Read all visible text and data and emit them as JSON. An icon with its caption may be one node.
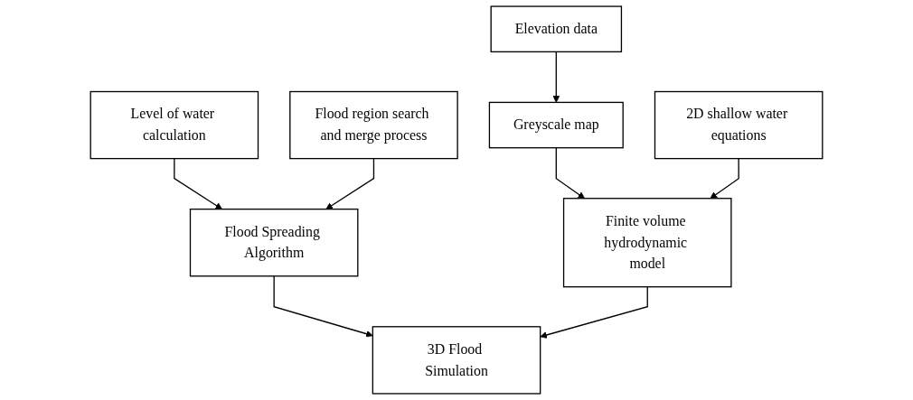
{
  "diagram": {
    "nodes": [
      {
        "text": [
          "Level of water calculation"
        ]
      },
      {
        "text": [
          "Flood region search and merge process"
        ]
      },
      {
        "text": [
          "Elevation data"
        ]
      },
      {
        "text": [
          "Greyscale map"
        ]
      },
      {
        "text": [
          "2D shallow water equations"
        ]
      },
      {
        "text": [
          "Flood Spreading Algorithm"
        ]
      },
      {
        "text": [
          "3D Flood Simulation"
        ]
      },
      {
        "text": [
          "Finite volume hydrodynamic model"
        ]
      }
    ],
    "edges": [
      {
        "from": 0,
        "to": 5,
        "arrow": "to"
      },
      {
        "from": 1,
        "to": 5,
        "arrow": "to"
      },
      {
        "from": 2,
        "to": 3,
        "arrow": "to"
      },
      {
        "from": 3,
        "to": 7,
        "arrow": "to"
      },
      {
        "from": 4,
        "to": 7,
        "arrow": "to"
      },
      {
        "from": 5,
        "to": 6,
        "arrow": "to"
      },
      {
        "from": 7,
        "to": 6,
        "arrow": "to"
      }
    ]
  }
}
